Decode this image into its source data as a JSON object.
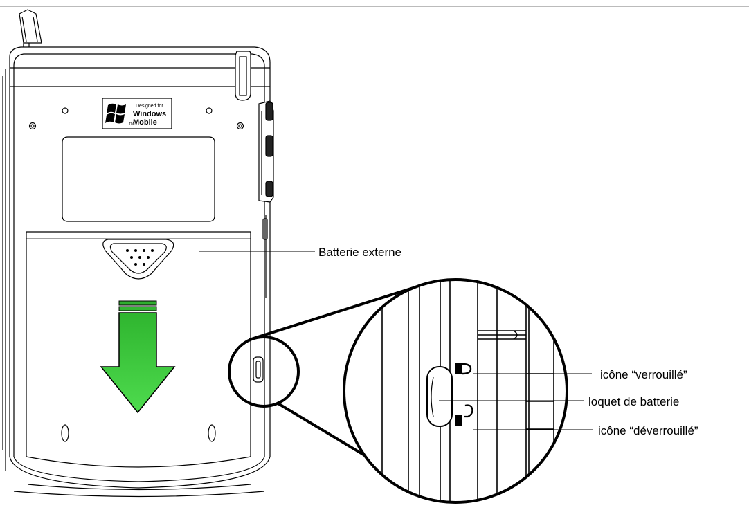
{
  "labels": {
    "external_battery": "Batterie externe",
    "locked_icon": "icône “verrouillé”",
    "battery_latch": "loquet de batterie",
    "unlocked_icon": "icône “déverrouillé”"
  },
  "logo": {
    "line1": "Designed for",
    "line2": "Windows",
    "line3": "Mobile",
    "tm": "TM"
  },
  "colors": {
    "arrow": "#3ec93e",
    "line": "#000000",
    "rule": "#bbbbbb"
  },
  "icons": [
    "lock-closed-icon",
    "lock-open-icon",
    "windows-flag-icon",
    "down-arrow-icon"
  ]
}
